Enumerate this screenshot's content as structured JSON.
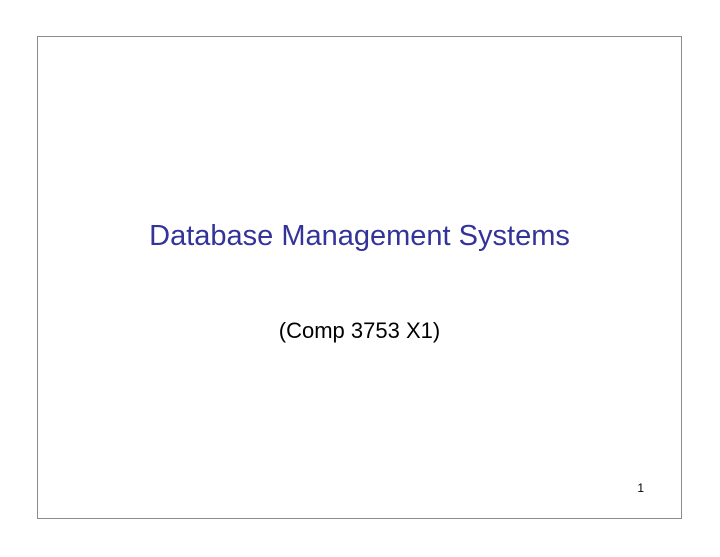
{
  "slide": {
    "title": "Database Management Systems",
    "subtitle": "(Comp 3753 X1)",
    "page_number": "1"
  },
  "colors": {
    "title": "#333399",
    "text": "#000000",
    "border": "#8c8c8c"
  }
}
